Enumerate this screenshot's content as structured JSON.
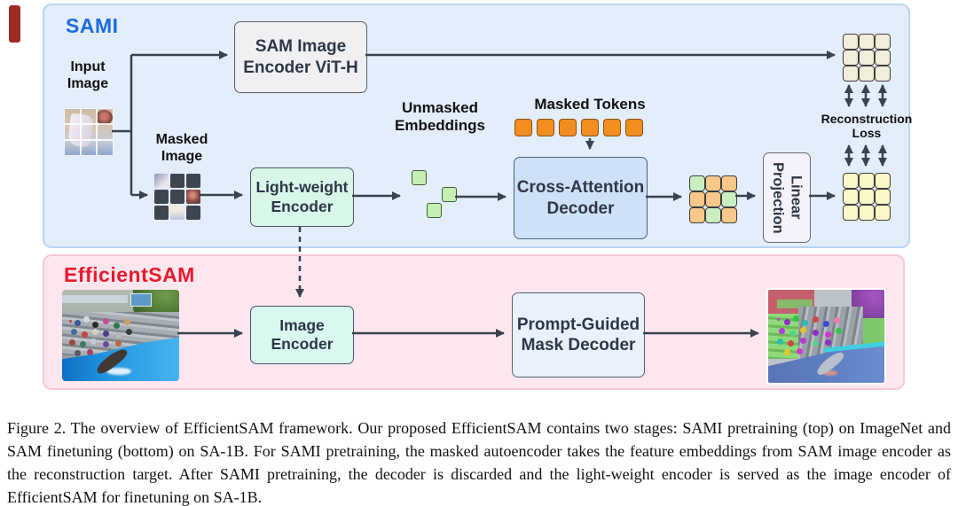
{
  "colors": {
    "sami_bg": "#e4eefb",
    "sami_border": "#b9d5f3",
    "sami_title": "#1b6be1",
    "efficientsam_bg": "#fde7ee",
    "efficientsam_border": "#f6c9d4",
    "efficientsam_title": "#e8192e",
    "sam_encoder_box": "#f0f0f2",
    "lightweight_encoder_box": "#d9f7e9",
    "cross_attention_box": "#cfe1f8",
    "linear_projection_box": "#f4f3fb",
    "image_encoder_box": "#d9f8ef",
    "mask_decoder_box": "#e9f2fc",
    "masked_token_orange": "#f28d1f",
    "embedding_green": "#c4eeb2",
    "grid_green": "#c9efc0",
    "grid_orange": "#f8c98a",
    "target_grid_cream": "#f3eedc",
    "output_grid_yellow": "#faf7c8",
    "masked_patch_dark": "#3e4450",
    "arrow": "#39424e"
  },
  "sami": {
    "title": "SAMI",
    "input_image_label": "Input Image",
    "masked_image_label": "Masked Image",
    "sam_encoder_label": "SAM Image Encoder ViT-H",
    "lightweight_encoder_label": "Light-weight Encoder",
    "unmasked_embeddings_label": "Unmasked Embeddings",
    "unmasked_embeddings_count": 3,
    "masked_tokens_label": "Masked Tokens",
    "masked_tokens_count": 6,
    "cross_attention_decoder_label": "Cross-Attention Decoder",
    "linear_projection_label": "Linear Projection",
    "reconstruction_loss_label": "Reconstruction Loss",
    "masked_image_pattern": [
      [
        "a",
        "m",
        "m"
      ],
      [
        "m",
        "m",
        "b"
      ],
      [
        "m",
        "c",
        "m"
      ]
    ],
    "mixed_grid_pattern": [
      [
        "green",
        "orange",
        "orange"
      ],
      [
        "orange",
        "orange",
        "green"
      ],
      [
        "orange",
        "green",
        "orange"
      ]
    ],
    "target_grid_pattern": [
      [
        "cream",
        "cream",
        "cream"
      ],
      [
        "cream",
        "cream",
        "cream"
      ],
      [
        "cream",
        "cream",
        "cream"
      ]
    ],
    "output_grid_pattern": [
      [
        "yellow",
        "yellow",
        "yellow"
      ],
      [
        "yellow",
        "yellow",
        "yellow"
      ],
      [
        "yellow",
        "yellow",
        "yellow"
      ]
    ]
  },
  "efficientsam": {
    "title": "EfficientSAM",
    "image_encoder_label": "Image Encoder",
    "mask_decoder_label": "Prompt-Guided Mask Decoder"
  },
  "caption": {
    "text": "Figure 2. The overview of EfficientSAM framework. Our proposed EfficientSAM contains two stages: SAMI pretraining (top) on ImageNet and SAM finetuning (bottom) on SA-1B. For SAMI pretraining, the masked autoencoder takes the feature embeddings from SAM image encoder as the reconstruction target. After SAMI pretraining, the decoder is discarded and the light-weight encoder is served as the image encoder of EfficientSAM for finetuning on SA-1B."
  }
}
